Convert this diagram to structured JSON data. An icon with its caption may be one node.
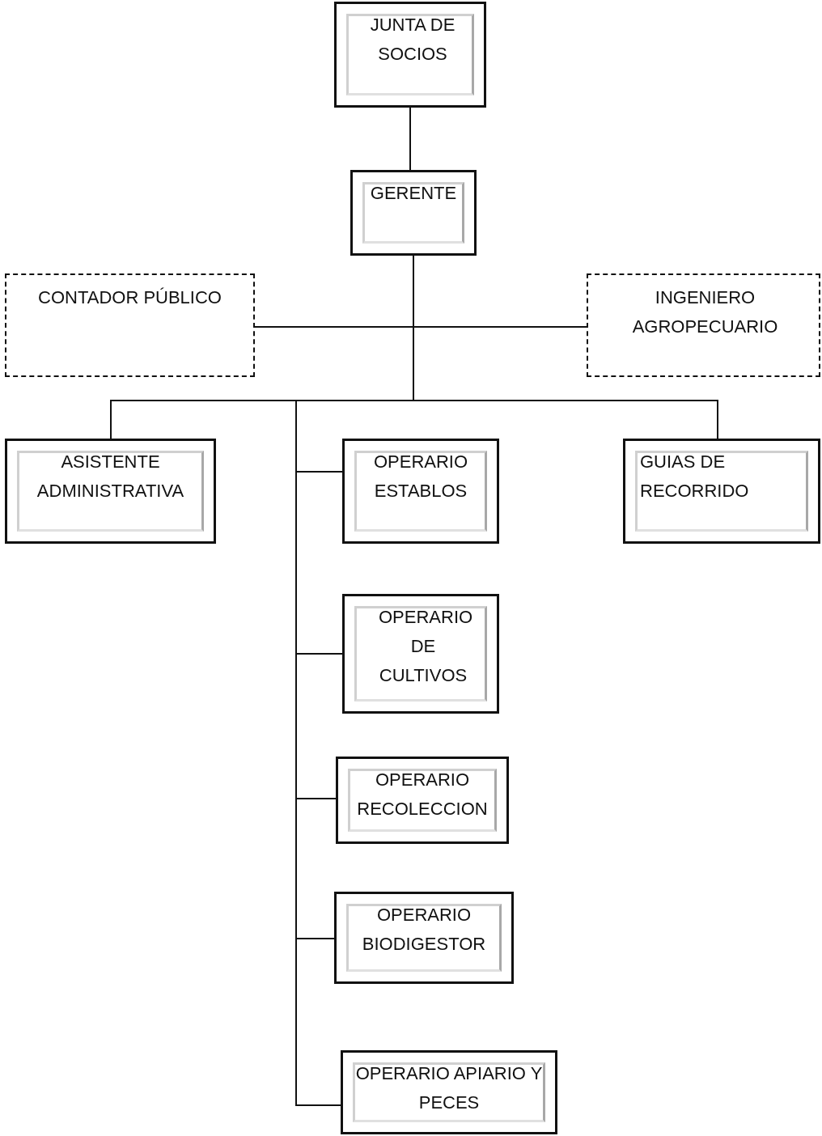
{
  "diagram": {
    "nodes": [
      {
        "text": [
          "JUNTA DE SOCIOS"
        ]
      },
      {
        "text": [
          "GERENTE"
        ]
      },
      {
        "text": [
          "CONTADOR PÚBLICO"
        ]
      },
      {
        "text": [
          "INGENIERO AGROPECUARIO"
        ]
      },
      {
        "text": [
          "ASISTENTE ADMINISTRATIVA"
        ]
      },
      {
        "text": [
          "OPERARIO ESTABLOS"
        ]
      },
      {
        "text": [
          "GUIAS DE RECORRIDO"
        ]
      },
      {
        "text": [
          "OPERARIO DE CULTIVOS"
        ]
      },
      {
        "text": [
          "OPERARIO RECOLECCION"
        ]
      },
      {
        "text": [
          "OPERARIO BIODIGESTOR"
        ]
      },
      {
        "text": [
          "OPERARIO APIARIO Y PECES"
        ]
      }
    ],
    "edges": [
      {
        "from": 0,
        "to": 1,
        "arrow": "none"
      },
      {
        "from": 1,
        "to": 2,
        "arrow": "none"
      },
      {
        "from": 1,
        "to": 3,
        "arrow": "none"
      },
      {
        "from": 1,
        "to": 4,
        "arrow": "none"
      },
      {
        "from": 1,
        "to": 5,
        "arrow": "none"
      },
      {
        "from": 1,
        "to": 6,
        "arrow": "none"
      },
      {
        "from": 1,
        "to": 7,
        "arrow": "none"
      },
      {
        "from": 1,
        "to": 8,
        "arrow": "none"
      },
      {
        "from": 1,
        "to": 9,
        "arrow": "none"
      },
      {
        "from": 1,
        "to": 10,
        "arrow": "none"
      }
    ]
  }
}
